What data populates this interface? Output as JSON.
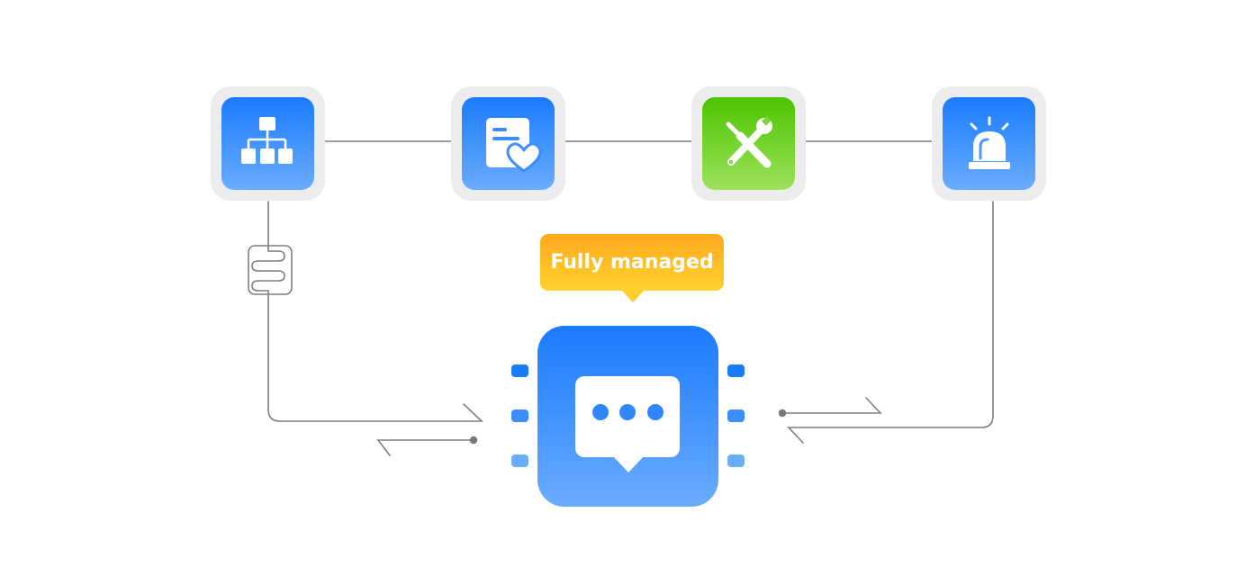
{
  "badge": {
    "label": "Fully managed"
  },
  "colors": {
    "blue_top": "#1a7bff",
    "blue_bottom": "#6aacff",
    "green_top": "#4cc400",
    "green_bottom": "#9ee25c",
    "orange_top": "#ffa91c",
    "orange_bottom": "#ffd12e",
    "tile_frame": "#ececee",
    "line": "#7e7e7e",
    "dot": "#77777a"
  },
  "nodes": [
    {
      "id": "org-chart",
      "icon": "org-chart-icon",
      "variant": "blue"
    },
    {
      "id": "document-favorite",
      "icon": "document-heart-icon",
      "variant": "blue"
    },
    {
      "id": "tools",
      "icon": "wrench-screwdriver-icon",
      "variant": "green"
    },
    {
      "id": "alarm",
      "icon": "alarm-light-icon",
      "variant": "blue"
    }
  ],
  "hub": {
    "icon": "chat-bubble-icon",
    "variant": "blue"
  }
}
